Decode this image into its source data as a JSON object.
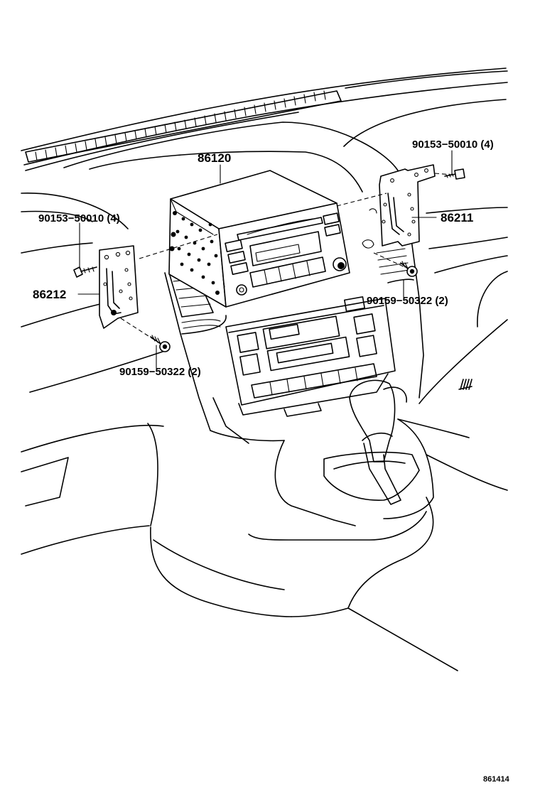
{
  "callouts": {
    "radio_receiver": "86120",
    "bracket_right": "86211",
    "bracket_left": "86212",
    "screw_top_right": "90153−50010 (4)",
    "screw_top_left": "90153−50010 (4)",
    "screw_bottom_right": "90159−50322 (2)",
    "screw_bottom_left": "90159−50322 (2)"
  },
  "figure_code": "861414"
}
